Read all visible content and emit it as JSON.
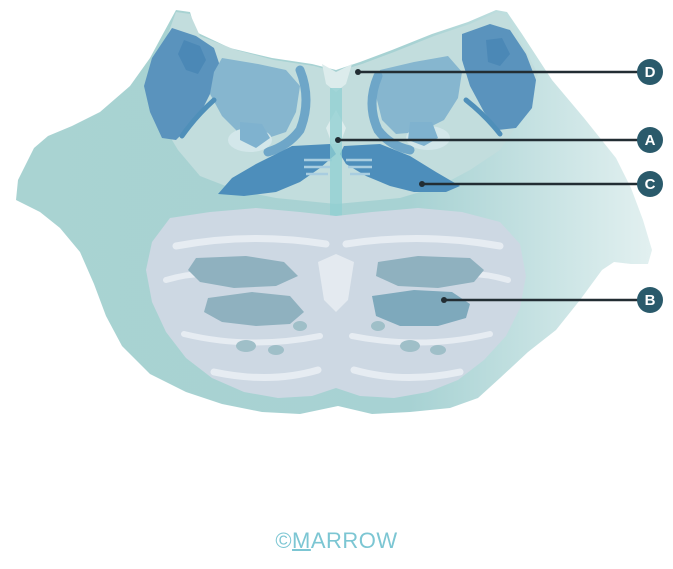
{
  "labels": [
    {
      "id": "D",
      "text": "D"
    },
    {
      "id": "A",
      "text": "A"
    },
    {
      "id": "C",
      "text": "C"
    },
    {
      "id": "B",
      "text": "B"
    }
  ],
  "watermark": {
    "prefix": "©",
    "underlined": "M",
    "rest": "ARROW"
  },
  "colors": {
    "outer": "#a9d2d3",
    "outer_light": "#dbeded",
    "upper_light": "#c4dede",
    "dark_blue": "#4f8fb9",
    "mid_blue": "#7fb2cf",
    "pale_blue": "#b3d3df",
    "lower_body": "#cfd9e3",
    "lower_grooves": "#e4eaf0",
    "dark_lobes": "#8fb2bf",
    "leader": "#222d33",
    "label_fill": "#2a5a6b",
    "watermark": "#7cc6d3"
  }
}
